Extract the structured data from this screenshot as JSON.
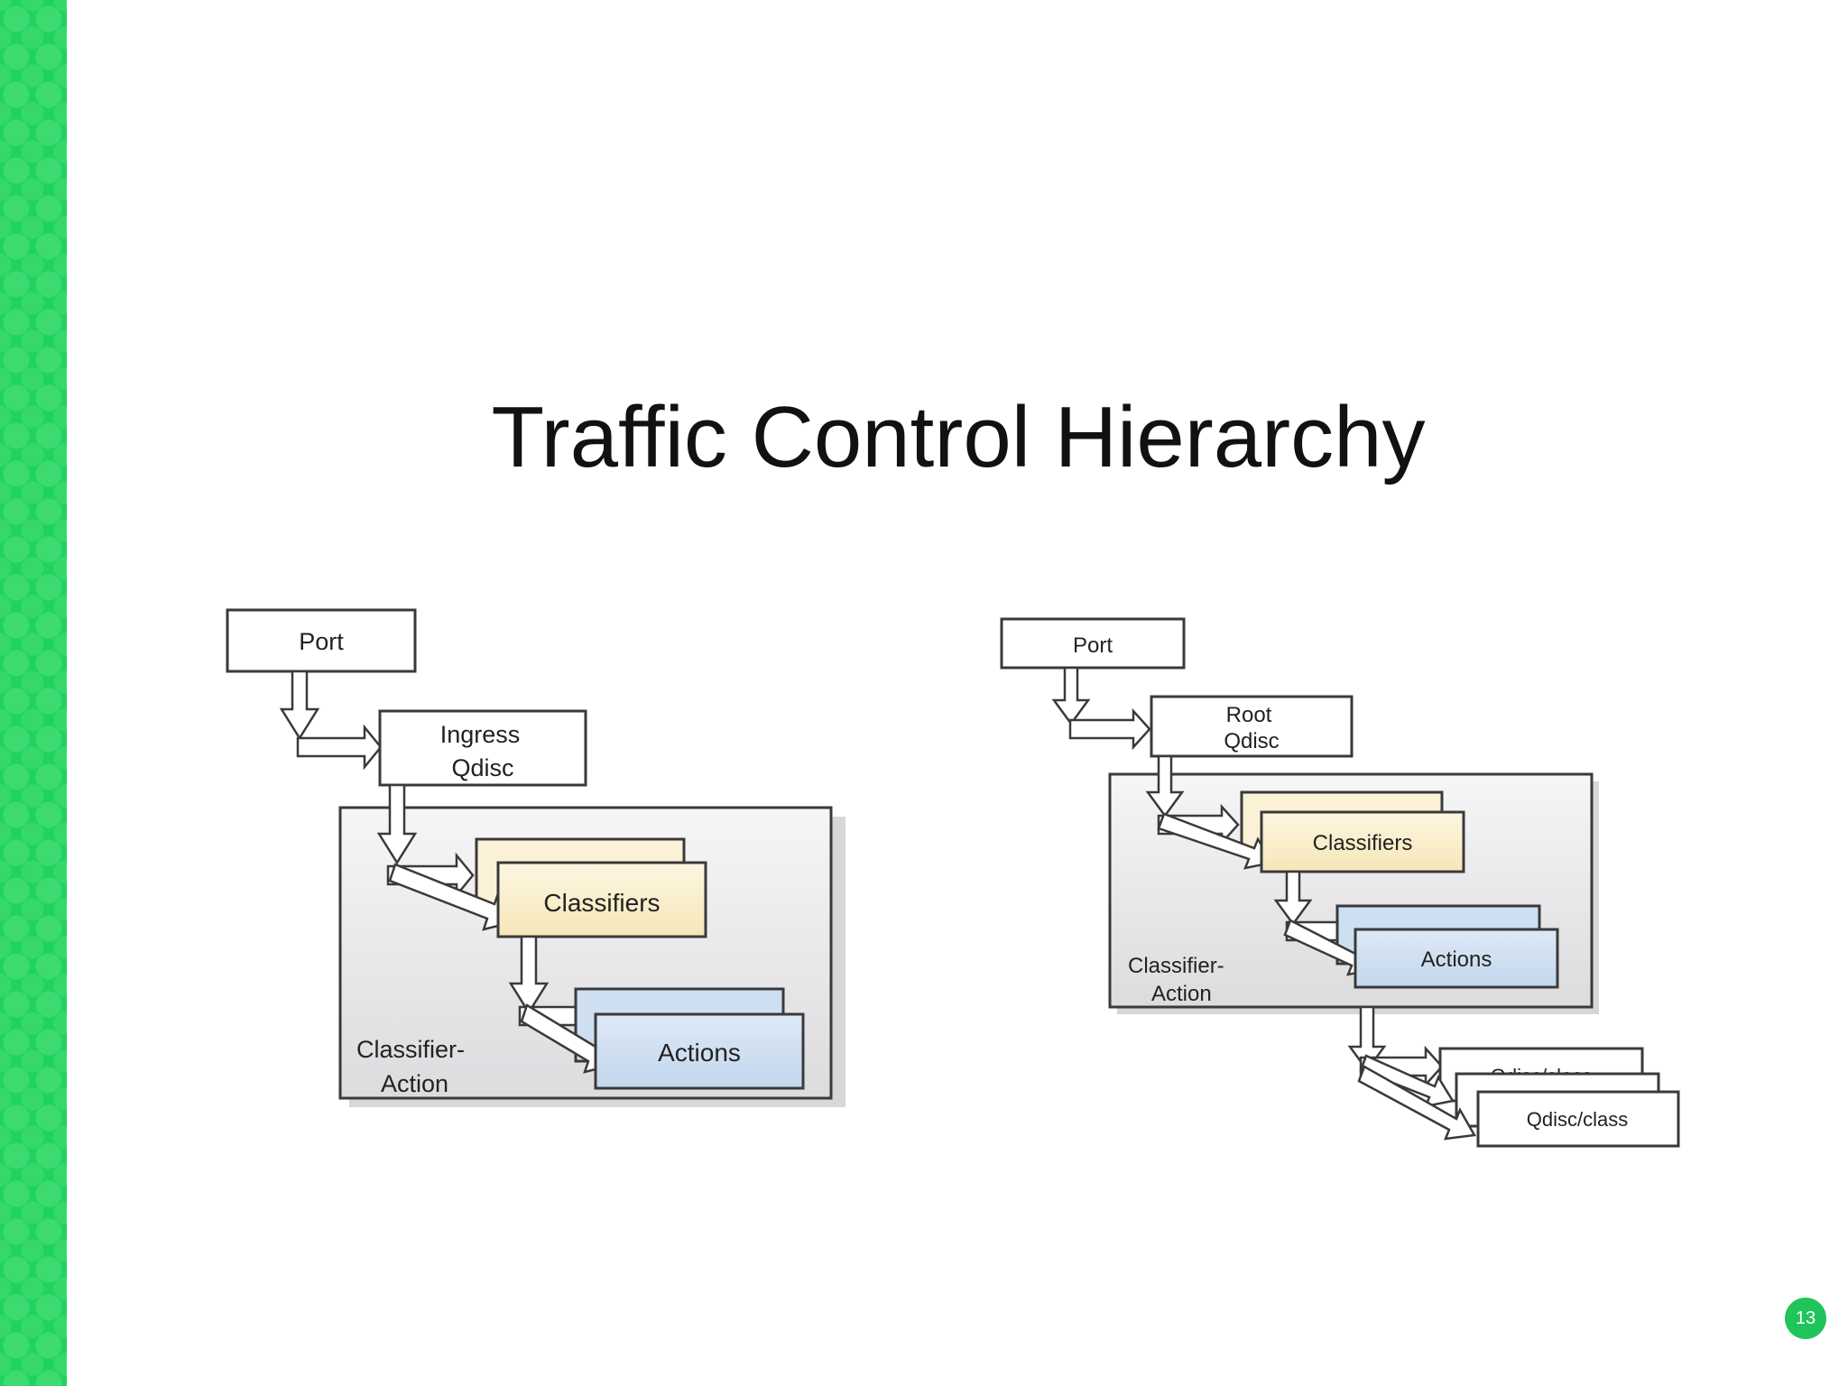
{
  "slide": {
    "title": "Traffic Control Hierarchy",
    "page_number": "13"
  },
  "diagrams": {
    "ingress": {
      "port": "Port",
      "qdisc": [
        "Ingress",
        "Qdisc"
      ],
      "classifiers": "Classifiers",
      "actions": "Actions",
      "container": [
        "Classifier-",
        "Action"
      ]
    },
    "egress": {
      "port": "Port",
      "qdisc": [
        "Root",
        "Qdisc"
      ],
      "classifiers": "Classifiers",
      "actions": "Actions",
      "container": [
        "Classifier-",
        "Action"
      ],
      "qdisc_class_back": "Qdisc/class",
      "qdisc_class_front": "Qdisc/class"
    }
  },
  "colors": {
    "accent_green": "#1fd45c",
    "classifier_fill": "#fdf3d6",
    "action_fill": "#cfe1f3",
    "container_fill": "#eeeef0"
  }
}
